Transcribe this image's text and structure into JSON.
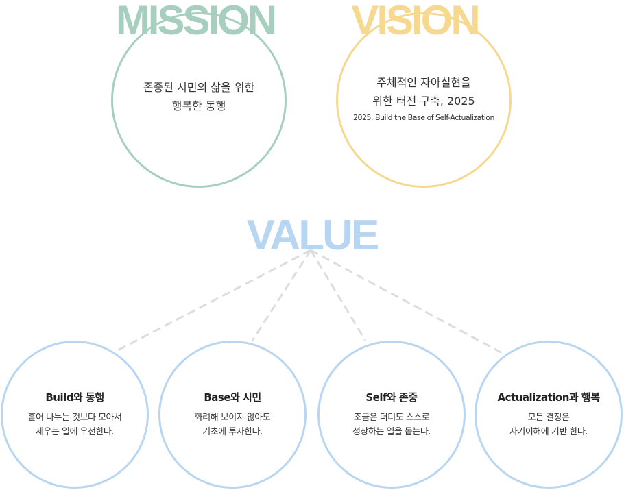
{
  "mission": {
    "title": "MISSION",
    "text_line1": "존중된 시민의 삶을 위한",
    "text_line2": "행복한 동행",
    "color": "#a6cfbf"
  },
  "vision": {
    "title": "VISION",
    "text_line1": "주체적인 자아실현을",
    "text_line2": "위한 터전 구축, 2025",
    "subtext": "2025, Build the Base of Self-Actualization",
    "color": "#f6d98e"
  },
  "value": {
    "title": "VALUE",
    "color": "#b8d6f1",
    "connector_color": "#dddddd",
    "items": [
      {
        "title": "Build와 동행",
        "line1": "흩어 나누는 것보다 모아서",
        "line2": "세우는 일에 우선한다."
      },
      {
        "title": "Base와 시민",
        "line1": "화려해 보이지 않아도",
        "line2": "기초에 투자한다."
      },
      {
        "title": "Self와 존중",
        "line1": "조금은 더뎌도 스스로",
        "line2": "성장하는 일을 돕는다."
      },
      {
        "title": "Actualization과 행복",
        "line1": "모든 결정은",
        "line2": "자기이해에 기반 한다."
      }
    ]
  }
}
